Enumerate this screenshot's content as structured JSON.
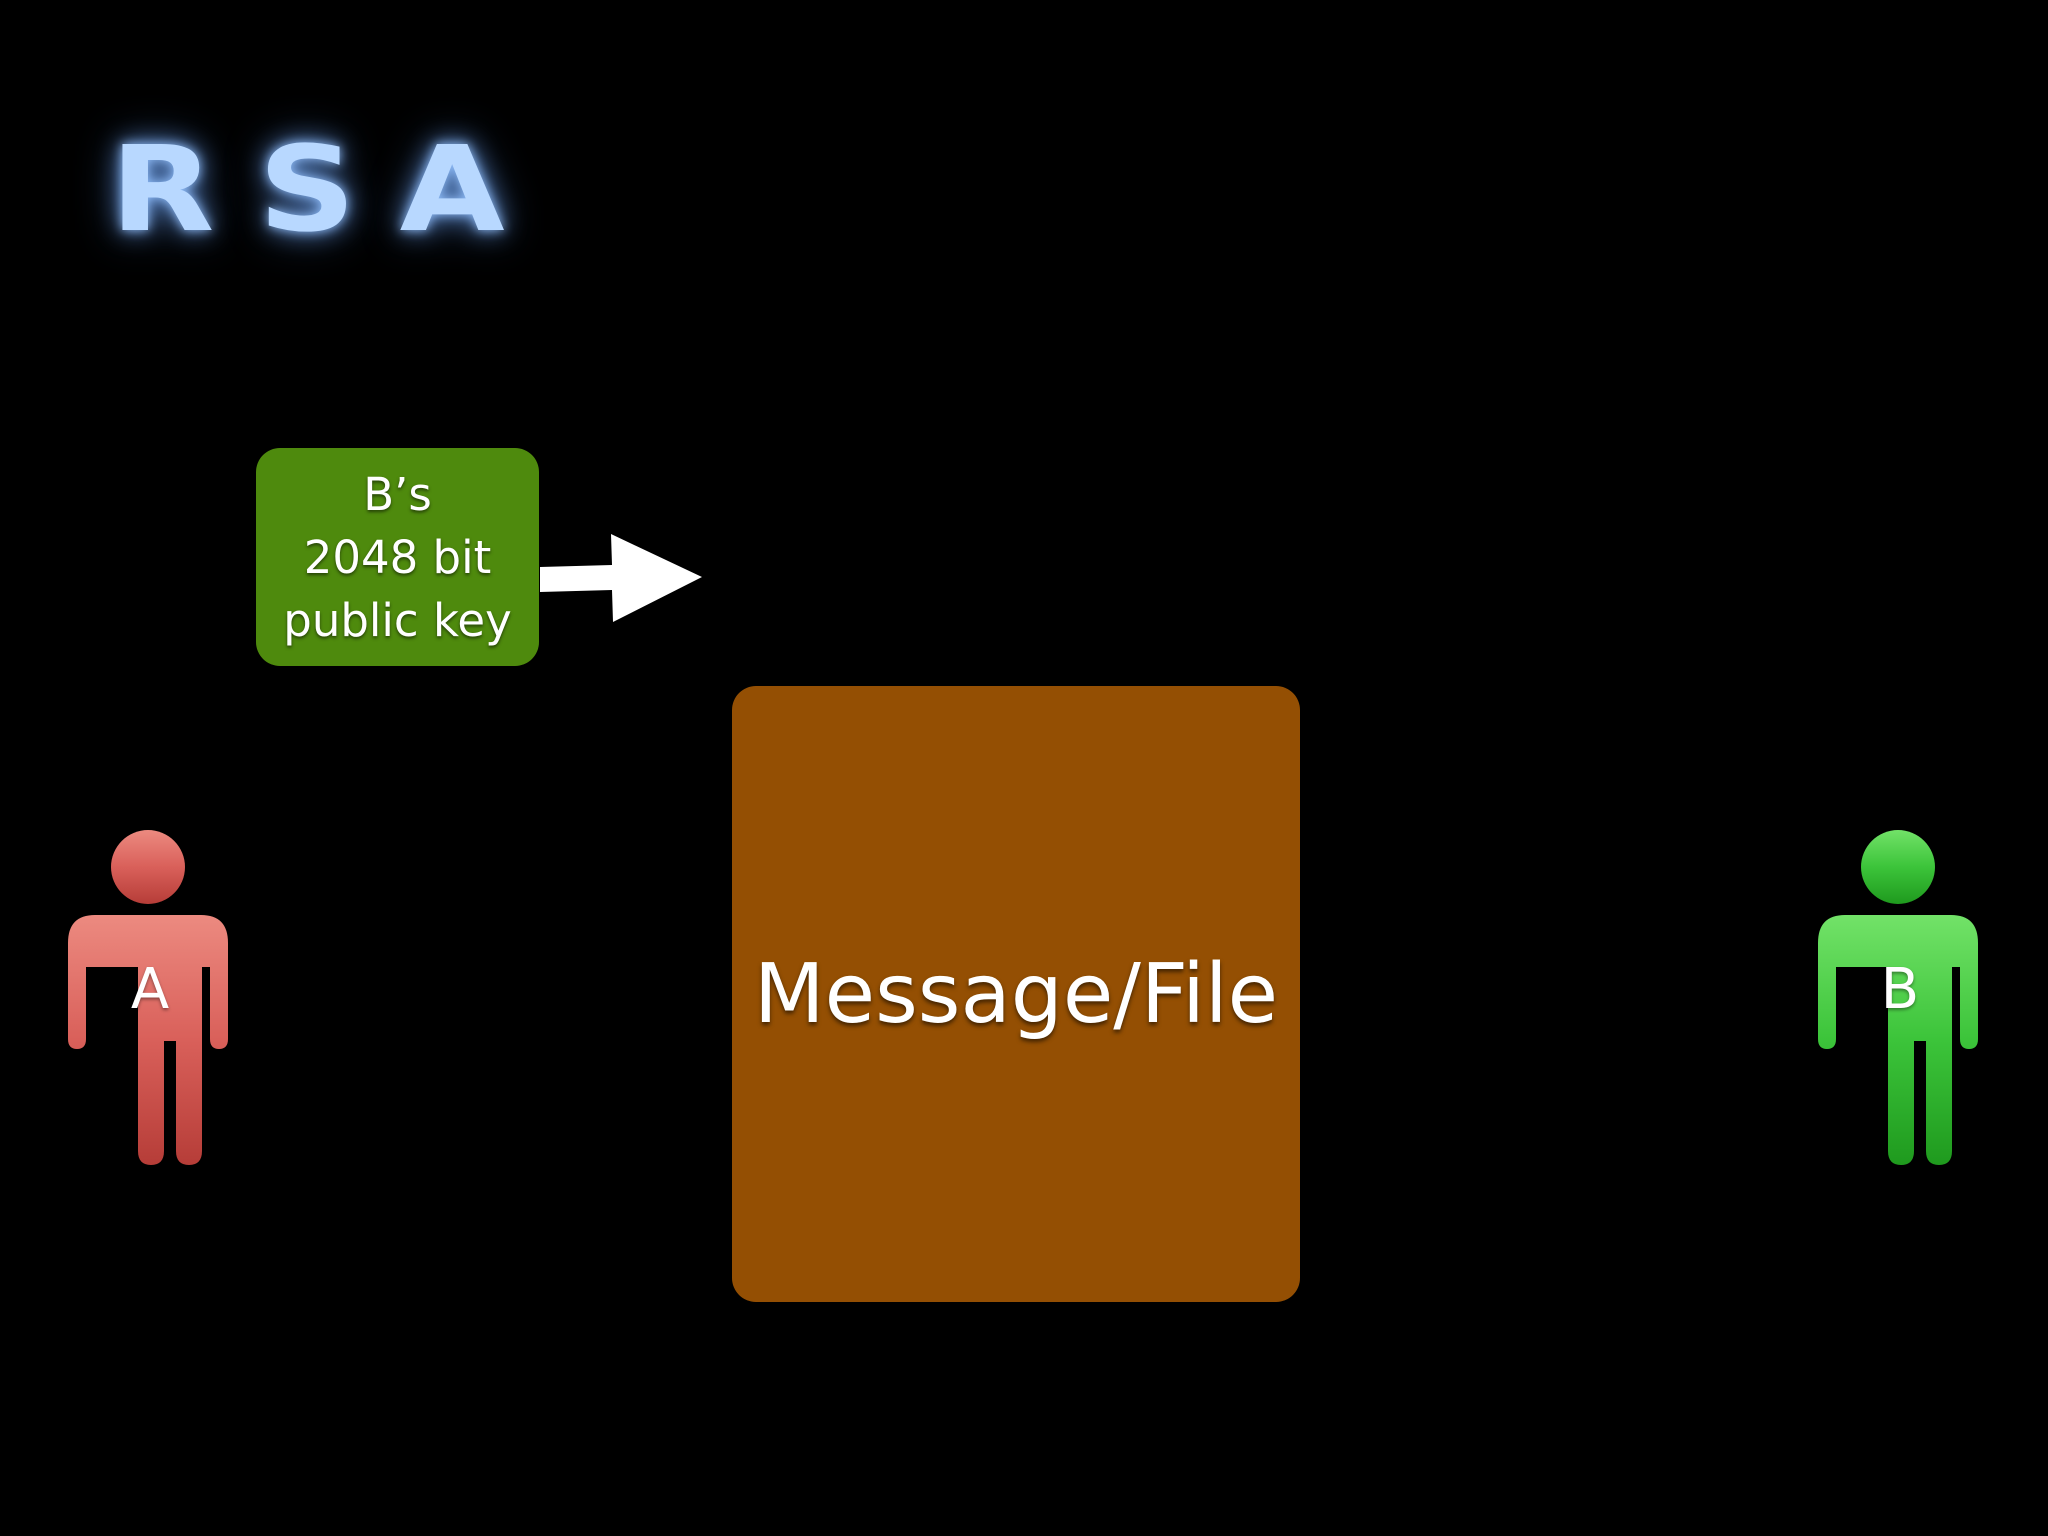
{
  "slide": {
    "title": "RSA",
    "background_color": "#000000",
    "title_color": "#b8d8ff"
  },
  "key_box": {
    "lines": [
      "B’s",
      "2048 bit",
      "public key"
    ],
    "color": "#4e8a0d"
  },
  "arrow": {
    "icon": "right-arrow-icon",
    "color": "#ffffff"
  },
  "message_box": {
    "label": "Message/File",
    "color": "#944f03"
  },
  "people": [
    {
      "label": "A",
      "color": "#d9605a",
      "icon": "person-icon"
    },
    {
      "label": "B",
      "color": "#3cc43a",
      "icon": "person-icon"
    }
  ]
}
